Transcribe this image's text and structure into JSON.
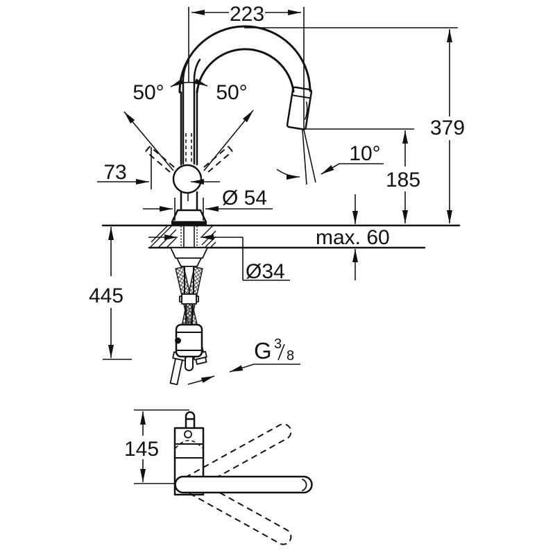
{
  "diagram": {
    "kind": "faucet installation dimension drawing",
    "colors": {
      "line": "#111111",
      "background": "#ffffff"
    },
    "labels": {
      "spout_reach": "223",
      "swing_left": "50°",
      "swing_right": "50°",
      "lever_offset": "73",
      "body_diameter": "Ø 54",
      "total_height": "379",
      "spray_swivel": "10°",
      "outlet_height": "185",
      "deck_thickness": "max. 60",
      "hole_diameter": "Ø34",
      "hose_length": "445",
      "thread_letter": "G",
      "thread_numerator": "3",
      "thread_denominator": "8",
      "swivel_height": "145"
    }
  }
}
